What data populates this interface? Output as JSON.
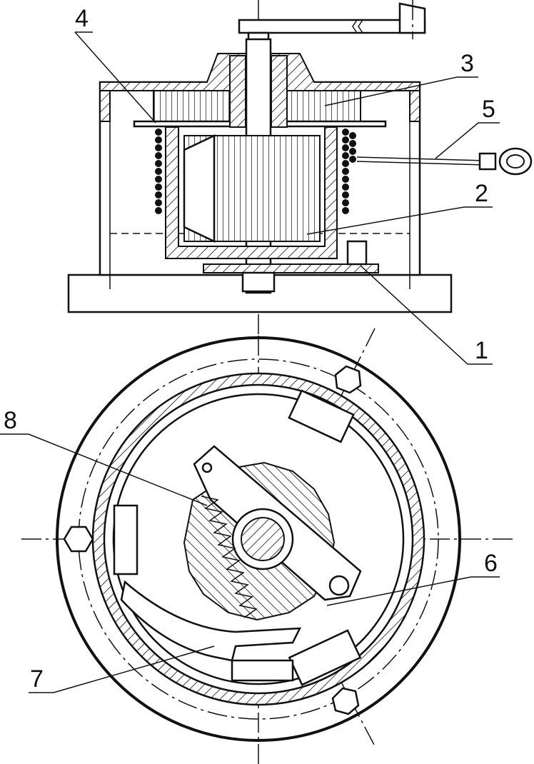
{
  "callouts": [
    {
      "id": "1",
      "text": "1"
    },
    {
      "id": "2",
      "text": "2"
    },
    {
      "id": "3",
      "text": "3"
    },
    {
      "id": "4",
      "text": "4"
    },
    {
      "id": "5",
      "text": "5"
    },
    {
      "id": "6",
      "text": "6"
    },
    {
      "id": "7",
      "text": "7"
    },
    {
      "id": "8",
      "text": "8"
    }
  ],
  "colors": {
    "ink": "#111111",
    "paper": "#ffffff"
  }
}
